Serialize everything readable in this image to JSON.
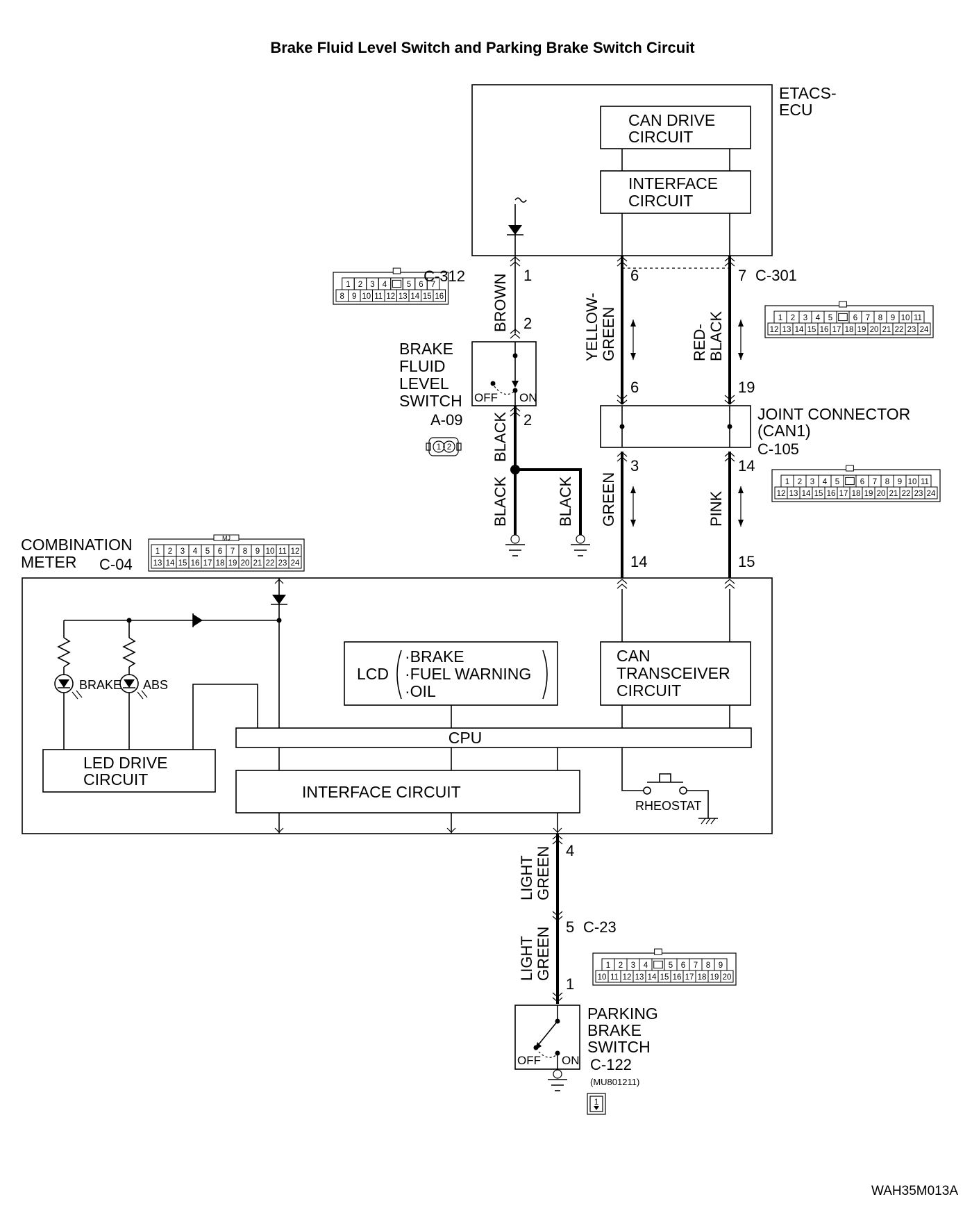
{
  "title": "Brake Fluid Level Switch and Parking Brake Switch Circuit",
  "figure_code": "WAH35M013A",
  "etacs": {
    "label1": "ETACS-",
    "label2": "ECU",
    "can_drive": [
      "CAN DRIVE",
      "CIRCUIT"
    ],
    "interface": [
      "INTERFACE",
      "CIRCUIT"
    ]
  },
  "connectors": {
    "c312": {
      "id": "C-312",
      "row1": [
        "1",
        "2",
        "3",
        "4",
        "",
        "5",
        "6",
        "7"
      ],
      "row2": [
        "8",
        "9",
        "10",
        "11",
        "12",
        "13",
        "14",
        "15",
        "16"
      ]
    },
    "c301": {
      "id": "C-301",
      "row1": [
        "1",
        "2",
        "3",
        "4",
        "5",
        "",
        "6",
        "7",
        "8",
        "9",
        "10",
        "11"
      ],
      "row2": [
        "12",
        "13",
        "14",
        "15",
        "16",
        "17",
        "18",
        "19",
        "20",
        "21",
        "22",
        "23",
        "24"
      ]
    },
    "c105": {
      "id": "C-105",
      "row1": [
        "1",
        "2",
        "3",
        "4",
        "5",
        "",
        "6",
        "7",
        "8",
        "9",
        "10",
        "11"
      ],
      "row2": [
        "12",
        "13",
        "14",
        "15",
        "16",
        "17",
        "18",
        "19",
        "20",
        "21",
        "22",
        "23",
        "24"
      ]
    },
    "c04": {
      "id": "C-04",
      "mark": "MJ",
      "row1": [
        "1",
        "2",
        "3",
        "4",
        "5",
        "6",
        "7",
        "8",
        "9",
        "10",
        "11",
        "12"
      ],
      "row2": [
        "13",
        "14",
        "15",
        "16",
        "17",
        "18",
        "19",
        "20",
        "21",
        "22",
        "23",
        "24"
      ]
    },
    "c23": {
      "id": "C-23",
      "row1": [
        "1",
        "2",
        "3",
        "4",
        "",
        "5",
        "6",
        "7",
        "8",
        "9"
      ],
      "row2": [
        "10",
        "11",
        "12",
        "13",
        "14",
        "15",
        "16",
        "17",
        "18",
        "19",
        "20"
      ]
    },
    "a09": {
      "id": "A-09",
      "pins": [
        "1",
        "2"
      ]
    },
    "c122": {
      "id": "C-122",
      "part": "(MU801211)",
      "pin": "1"
    }
  },
  "brake_fluid_switch": {
    "label": [
      "BRAKE",
      "FLUID",
      "LEVEL",
      "SWITCH"
    ],
    "off": "OFF",
    "on": "ON"
  },
  "joint_connector": {
    "label": [
      "JOINT CONNECTOR",
      "(CAN1)"
    ]
  },
  "combination_meter": {
    "label": [
      "COMBINATION",
      "METER"
    ],
    "lcd": "LCD",
    "lcd_items": [
      "·BRAKE",
      "·FUEL WARNING",
      "·OIL"
    ],
    "can_transceiver": [
      "CAN",
      "TRANSCEIVER",
      "CIRCUIT"
    ],
    "cpu": "CPU",
    "led_drive": [
      "LED DRIVE",
      "CIRCUIT"
    ],
    "interface": "INTERFACE CIRCUIT",
    "rheostat": "RHEOSTAT",
    "led_brake": "BRAKE",
    "led_abs": "ABS"
  },
  "parking_brake_switch": {
    "label": [
      "PARKING",
      "BRAKE",
      "SWITCH"
    ],
    "off": "OFF",
    "on": "ON"
  },
  "wires": {
    "brown": "BROWN",
    "black1": "BLACK",
    "black2": "BLACK",
    "black3": "BLACK",
    "yellow_green": [
      "YELLOW-",
      "GREEN"
    ],
    "red_black": [
      "RED-",
      "BLACK"
    ],
    "green": "GREEN",
    "pink": "PINK",
    "light_green1": [
      "LIGHT",
      "GREEN"
    ],
    "light_green2": [
      "LIGHT",
      "GREEN"
    ]
  },
  "pins": {
    "p312_1": "1",
    "p312_2": "2",
    "pa09_2": "2",
    "py_6a": "6",
    "py_6b": "6",
    "pg_3": "3",
    "pg_14": "14",
    "pr_7": "7",
    "pr_19": "19",
    "pp_14": "14",
    "pp_15": "15",
    "plg_4": "4",
    "plg_5": "5",
    "plg_1": "1"
  }
}
